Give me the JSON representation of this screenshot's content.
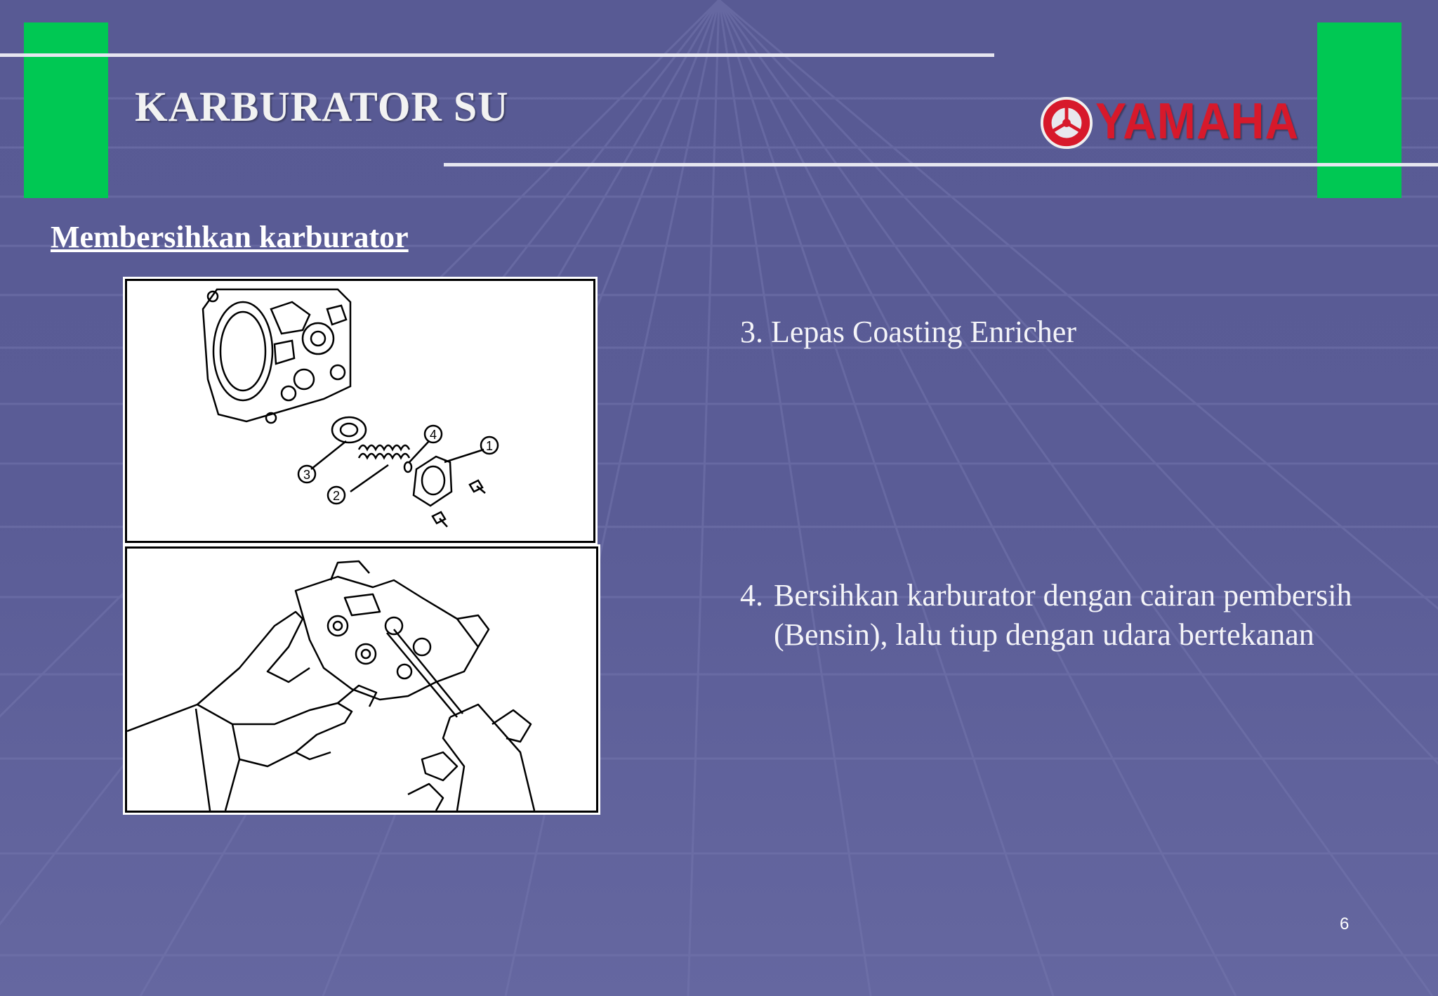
{
  "slide": {
    "title": "KARBURATOR SU",
    "subtitle": "Membersihkan karburator",
    "logo_text": "YAMAHA",
    "steps": {
      "step3": "3. Lepas Coasting Enricher",
      "step4_number": "4.",
      "step4_text": "Bersihkan karburator dengan cairan pembersih (Bensin), lalu tiup dengan udara bertekanan"
    },
    "callouts": [
      "1",
      "2",
      "3",
      "4"
    ],
    "page_number": "6"
  },
  "colors": {
    "background": "#5b5d95",
    "accent_green": "#00c853",
    "logo_red": "#d7192b",
    "rule": "#e6e6f0"
  },
  "icons": [
    "yamaha-tuning-fork-logo-icon"
  ]
}
